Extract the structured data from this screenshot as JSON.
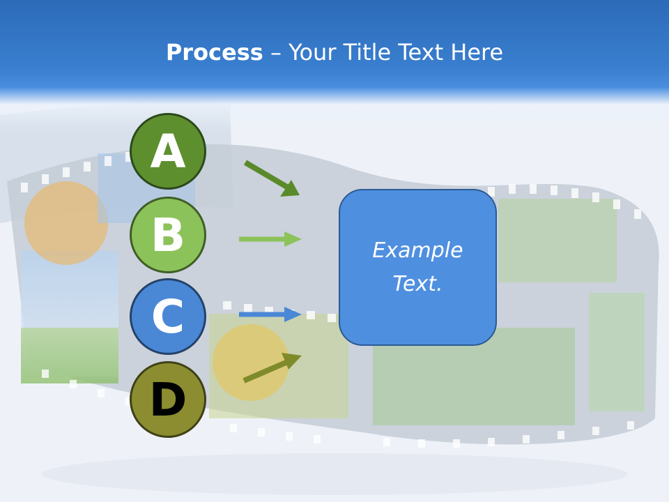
{
  "slide": {
    "title_bold": "Process",
    "title_rest": " – Your Title Text Here",
    "steps": [
      {
        "letter": "A",
        "color": "#5e8f2f",
        "arrow_color": "#5a8a2a"
      },
      {
        "letter": "B",
        "color": "#8cc25a",
        "arrow_color": "#8cc25a"
      },
      {
        "letter": "C",
        "color": "#4a88d6",
        "arrow_color": "#4a88d6"
      },
      {
        "letter": "D",
        "color": "#8b8d30",
        "arrow_color": "#7f8a2a"
      }
    ],
    "box": {
      "line1": "Example",
      "line2": "Text.",
      "color": "#4f8fe0"
    },
    "header_color": "#2c6bb8"
  }
}
